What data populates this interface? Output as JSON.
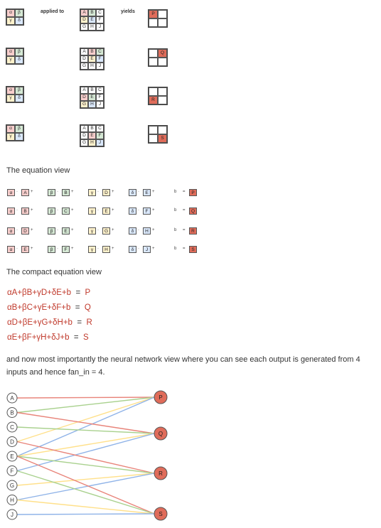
{
  "top_labels": {
    "applied_to": "applied to",
    "yields": "yields"
  },
  "kernel": [
    "α",
    "β",
    "γ",
    "δ"
  ],
  "kernel_colors": [
    "pink",
    "green",
    "yellow",
    "blue"
  ],
  "image": [
    "A",
    "B",
    "C",
    "D",
    "E",
    "F",
    "G",
    "H",
    "J"
  ],
  "outputs": [
    "P",
    "Q",
    "R",
    "S"
  ],
  "image_highlights": [
    [
      "pink",
      "green",
      "",
      "yellow",
      "blue",
      "",
      "",
      "",
      ""
    ],
    [
      "",
      "pink",
      "green",
      "",
      "yellow",
      "blue",
      "",
      "",
      ""
    ],
    [
      "",
      "",
      "",
      "pink",
      "green",
      "",
      "yellow",
      "blue",
      ""
    ],
    [
      "",
      "",
      "",
      "",
      "pink",
      "green",
      "",
      "yellow",
      "blue"
    ]
  ],
  "equation_heading": "The equation view",
  "equation_rows": [
    {
      "terms": [
        [
          "α",
          "A"
        ],
        [
          "β",
          "B"
        ],
        [
          "γ",
          "D"
        ],
        [
          "δ",
          "E"
        ]
      ],
      "bias": "b",
      "eq": "=",
      "out": "P"
    },
    {
      "terms": [
        [
          "α",
          "B"
        ],
        [
          "β",
          "C"
        ],
        [
          "γ",
          "E"
        ],
        [
          "δ",
          "F"
        ]
      ],
      "bias": "b",
      "eq": "=",
      "out": "Q"
    },
    {
      "terms": [
        [
          "α",
          "D"
        ],
        [
          "β",
          "E"
        ],
        [
          "γ",
          "G"
        ],
        [
          "δ",
          "H"
        ]
      ],
      "bias": "b",
      "eq": "=",
      "out": "R"
    },
    {
      "terms": [
        [
          "α",
          "E"
        ],
        [
          "β",
          "F"
        ],
        [
          "γ",
          "H"
        ],
        [
          "δ",
          "J"
        ]
      ],
      "bias": "b",
      "eq": "=",
      "out": "S"
    }
  ],
  "compact_heading": "The compact equation view",
  "compact_rows": [
    {
      "coef": [
        "α",
        "β",
        "γ",
        "δ"
      ],
      "vars": [
        "A",
        "B",
        "D",
        "E"
      ],
      "bias": "+b",
      "eq": "=",
      "out": "P"
    },
    {
      "coef": [
        "α",
        "β",
        "γ",
        "δ"
      ],
      "vars": [
        "B",
        "C",
        "E",
        "F"
      ],
      "bias": "+b",
      "eq": "=",
      "out": "Q"
    },
    {
      "coef": [
        "α",
        "β",
        "γ",
        "δ"
      ],
      "vars": [
        "D",
        "E",
        "G",
        "H"
      ],
      "bias": "+b",
      "eq": "=",
      "out": "R"
    },
    {
      "coef": [
        "α",
        "β",
        "γ",
        "δ"
      ],
      "vars": [
        "E",
        "F",
        "H",
        "J"
      ],
      "bias": "+b",
      "eq": "=",
      "out": "S"
    }
  ],
  "paragraph": "and now most importantly the neural network view where you can see each output is generated from 4 inputs and hence fan_in = 4.",
  "network": {
    "inputs": [
      "A",
      "B",
      "C",
      "D",
      "E",
      "F",
      "G",
      "H",
      "J"
    ],
    "outputs": [
      "P",
      "Q",
      "R",
      "S"
    ],
    "edges": [
      {
        "from": "A",
        "to": "P",
        "w": "α"
      },
      {
        "from": "B",
        "to": "P",
        "w": "β"
      },
      {
        "from": "D",
        "to": "P",
        "w": "γ"
      },
      {
        "from": "E",
        "to": "P",
        "w": "δ"
      },
      {
        "from": "B",
        "to": "Q",
        "w": "α"
      },
      {
        "from": "C",
        "to": "Q",
        "w": "β"
      },
      {
        "from": "E",
        "to": "Q",
        "w": "γ"
      },
      {
        "from": "F",
        "to": "Q",
        "w": "δ"
      },
      {
        "from": "D",
        "to": "R",
        "w": "α"
      },
      {
        "from": "E",
        "to": "R",
        "w": "β"
      },
      {
        "from": "G",
        "to": "R",
        "w": "γ"
      },
      {
        "from": "H",
        "to": "R",
        "w": "δ"
      },
      {
        "from": "E",
        "to": "S",
        "w": "α"
      },
      {
        "from": "F",
        "to": "S",
        "w": "β"
      },
      {
        "from": "H",
        "to": "S",
        "w": "γ"
      },
      {
        "from": "J",
        "to": "S",
        "w": "δ"
      }
    ],
    "weight_colors": {
      "α": "#e8847a",
      "β": "#a9d18e",
      "γ": "#ffe08a",
      "δ": "#8fb3e8"
    },
    "output_fill": "#e06c5a"
  },
  "colors": {
    "pink": "#f8cecc",
    "green": "#d5e8d4",
    "yellow": "#fff2cc",
    "blue": "#dae8fc",
    "red": "#e06c5a",
    "eq_red": "#c0392b",
    "eq_dark": "#333333"
  }
}
